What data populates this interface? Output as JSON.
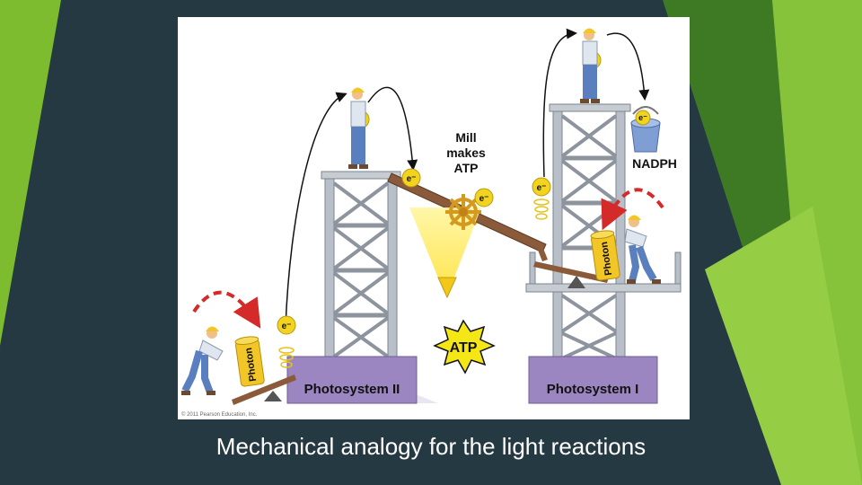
{
  "caption": "Mechanical analogy for the light reactions",
  "figure": {
    "mill_label": [
      "Mill",
      "makes",
      "ATP"
    ],
    "atp_label": "ATP",
    "nadph_label": "NADPH",
    "photosystem_II_label": "Photosystem II",
    "photosystem_I_label": "Photosystem I",
    "photon_label": "Photon",
    "electron_label": "e⁻",
    "copyright": "© 2011 Pearson Education, Inc."
  },
  "colors": {
    "slide_bg": "#253942",
    "accent_green": "#7dbb2f",
    "photosystem_purple": "#9b86c1",
    "tower_gray": "#b8bfc8",
    "electron_yellow": "#f1d320",
    "arrow_red": "#d52a2a",
    "atp_burst": "#f5e615"
  }
}
